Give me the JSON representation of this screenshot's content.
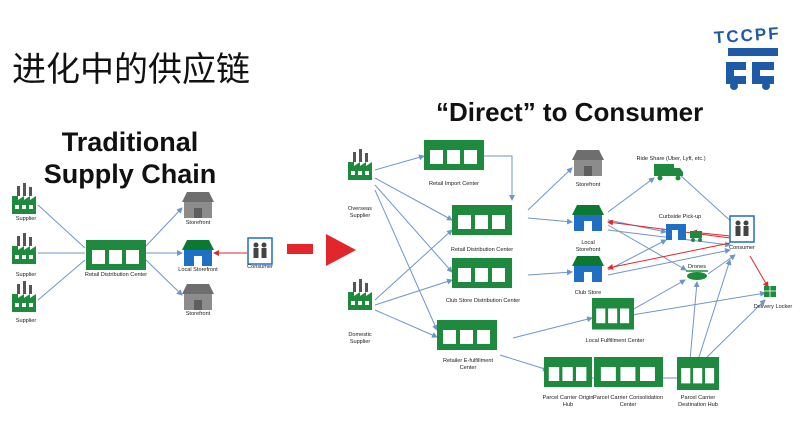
{
  "page_title": "进化中的供应链",
  "logo": {
    "text": "TCCPF"
  },
  "traditional": {
    "title_line1": "Traditional",
    "title_line2": "Supply Chain",
    "supplier_1": "Supplier",
    "supplier_2": "Supplier",
    "supplier_3": "Supplier",
    "retail_dc": "Retail Distribution Center",
    "storefront_top": "Storefront",
    "local_storefront": "Local Storefront",
    "storefront_bottom": "Storefront",
    "consumer": "Consumer"
  },
  "dtc": {
    "title": "“Direct” to Consumer",
    "overseas_supplier": "Overseas Supplier",
    "domestic_supplier": "Domestic Supplier",
    "retail_import_center": "Retail Import Center",
    "retail_dc": "Retail Distribution Center",
    "club_store_dc": "Club Store Distribution Center",
    "retailer_efulfillment": "Retailer E-fulfillment Center",
    "storefront": "Storefront",
    "local_storefront": "Local Storefront",
    "club_store": "Club Store",
    "local_fulfillment": "Local Fulfillment Center",
    "ride_share": "Ride Share (Uber, Lyft, etc.)",
    "curbside": "Curbside Pick-up",
    "drones": "Drones",
    "consumer": "Consumer",
    "delivery_locker": "Delivery Locker",
    "parcel_origin": "Parcel Carrier Origin Hub",
    "parcel_consolidation": "Parcel Carrier Consolidation Center",
    "parcel_destination": "Parcel Carrier Destination Hub"
  },
  "colors": {
    "green": "#1e8a3e",
    "blue": "#1f6fc4",
    "gray": "#8c8c8c",
    "red": "#e3262b",
    "line": "#6f95c8"
  }
}
